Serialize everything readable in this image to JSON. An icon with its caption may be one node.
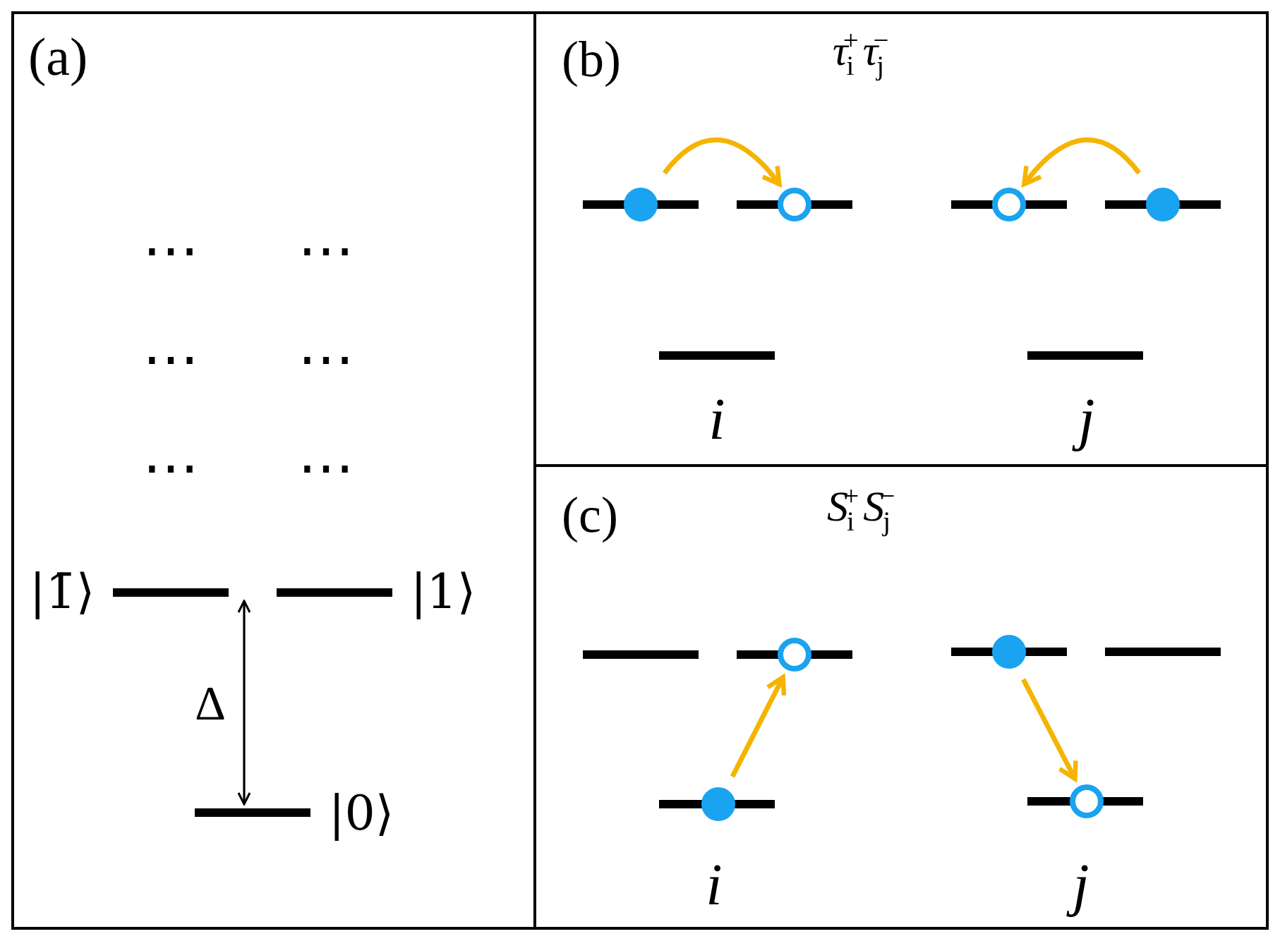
{
  "diagram": {
    "nodes": [
      {
        "text": [
          "(a)"
        ]
      },
      {
        "text": [
          "(b)",
          "*τ*$_{i}$$^{+}$*τ*$_{j}$$^{−}$"
        ]
      },
      {
        "text": [],
        "shape": "circle",
        "in": 1
      },
      {
        "text": [],
        "shape": "circle",
        "in": 1
      },
      {
        "text": [],
        "shape": "circle",
        "in": 1
      },
      {
        "text": [],
        "shape": "circle",
        "in": 1
      },
      {
        "text": [
          "(c)",
          "*S*$_{i}$$^{+}$*S*$_{j}$$^{−}$"
        ]
      },
      {
        "text": [],
        "shape": "circle",
        "in": 6
      },
      {
        "text": [],
        "shape": "circle",
        "in": 6
      },
      {
        "text": [],
        "shape": "circle",
        "in": 6
      },
      {
        "text": [],
        "shape": "circle",
        "in": 6
      }
    ],
    "edges": [
      {
        "from": 2,
        "to": 3,
        "arrow": "to"
      },
      {
        "from": 5,
        "to": 4,
        "arrow": "to"
      },
      {
        "from": 9,
        "to": 7,
        "arrow": "to"
      },
      {
        "from": 8,
        "to": 10,
        "arrow": "to"
      }
    ],
    "labels": [
      "⋯",
      "⋯",
      "⋯",
      "⋯",
      "⋯",
      "⋯",
      "|1̄⟩",
      "|1⟩",
      "Δ",
      "|0⟩",
      "i",
      "j",
      "i",
      "j"
    ]
  }
}
